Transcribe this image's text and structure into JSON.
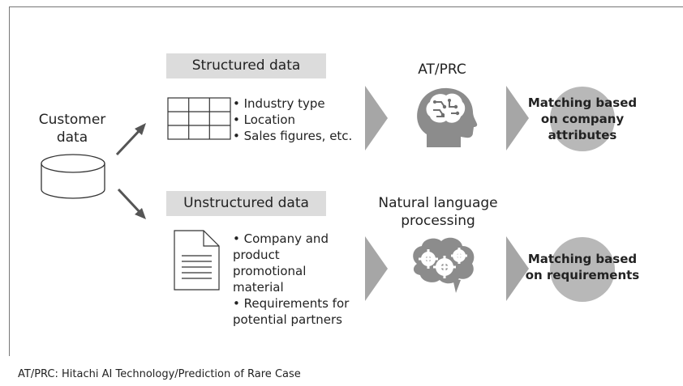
{
  "customer": {
    "label_line1": "Customer",
    "label_line2": "data"
  },
  "structured": {
    "header": "Structured data",
    "bullets": [
      "• Industry type",
      "• Location",
      "• Sales figures, etc."
    ]
  },
  "unstructured": {
    "header": "Unstructured data",
    "bullets": [
      "• Company and",
      "product",
      "promotional",
      "material",
      "• Requirements for",
      "potential partners"
    ]
  },
  "engines": {
    "atprc": "AT/PRC",
    "nlp_line1": "Natural language",
    "nlp_line2": "processing"
  },
  "results": {
    "company": [
      "Matching based",
      "on company",
      "attributes"
    ],
    "requirements": [
      "Matching based",
      "on requirements"
    ]
  },
  "footnote": "AT/PRC: Hitachi AI Technology/Prediction of Rare Case",
  "colors": {
    "header_bg": "#dcdcdc",
    "chevron": "#a6a6a6",
    "circle": "#b8b8b8",
    "head": "#8c8c8c",
    "frame": "#777777"
  },
  "icons": [
    "database-icon",
    "table-icon",
    "document-icon",
    "ai-brain-head-icon",
    "gears-head-icon",
    "arrow-icon",
    "chevron-icon"
  ]
}
